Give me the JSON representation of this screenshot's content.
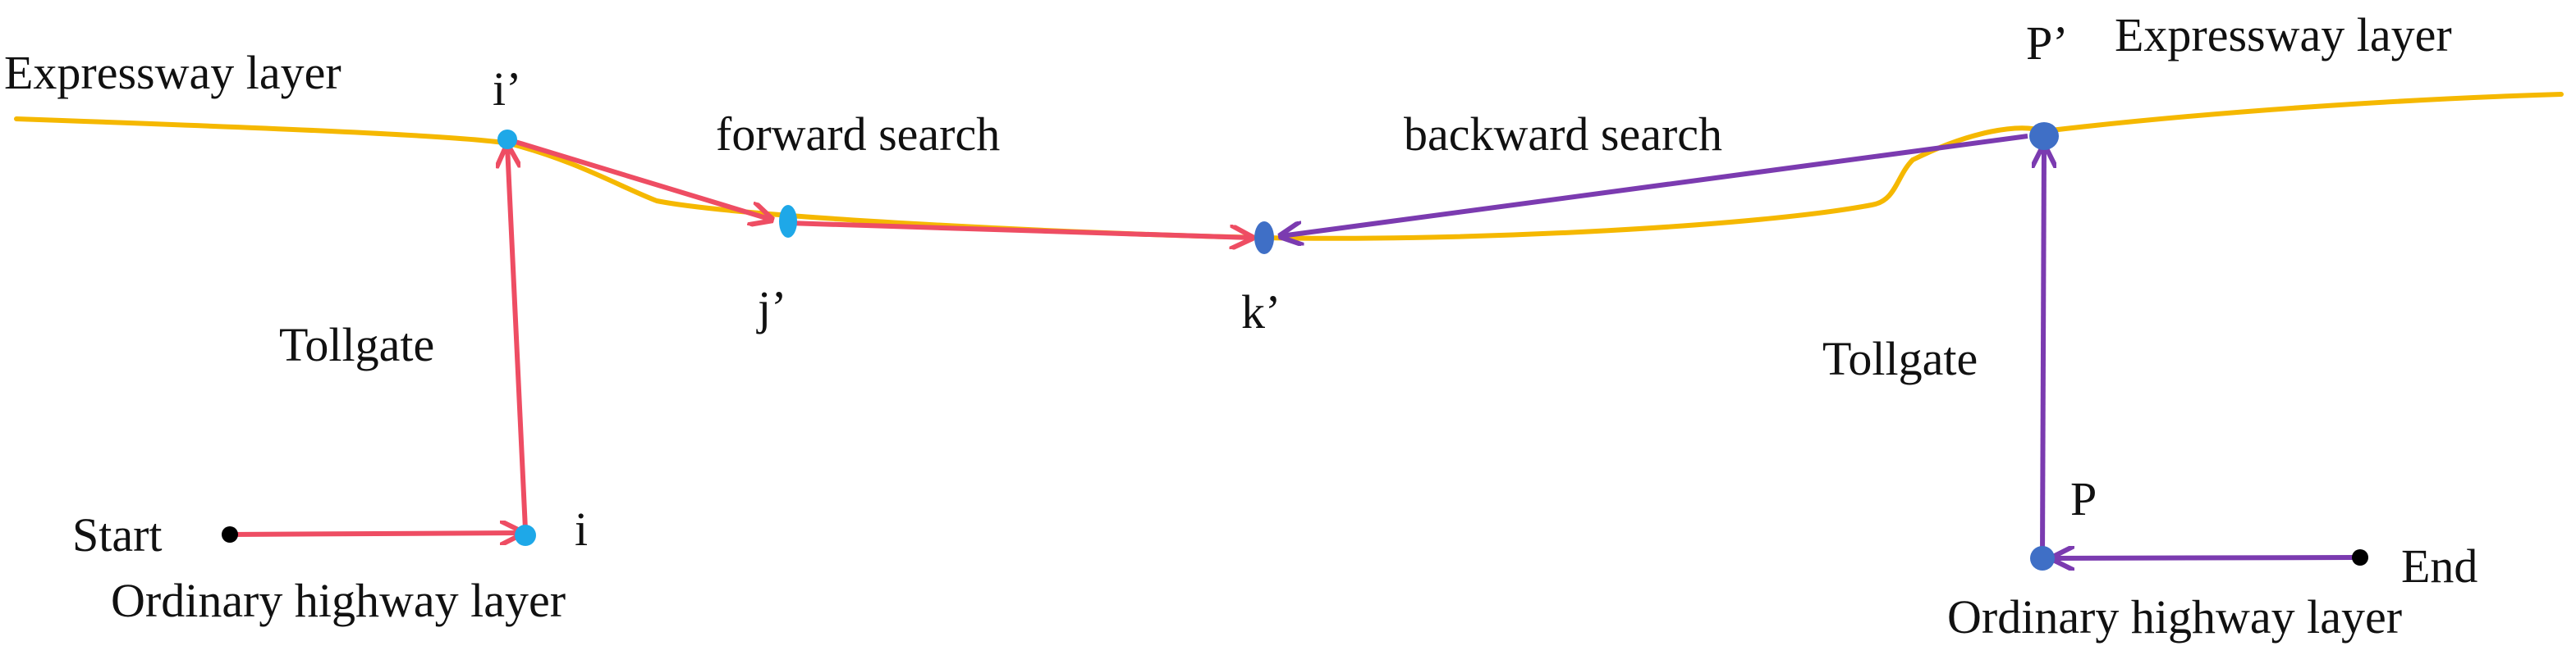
{
  "labels": {
    "expressway_layer_left": "Expressway layer",
    "expressway_layer_right": "Expressway layer",
    "ordinary_highway_layer_left": "Ordinary highway layer",
    "ordinary_highway_layer_right": "Ordinary highway layer",
    "forward_search": "forward search",
    "backward_search": "backward search",
    "tollgate_left": "Tollgate",
    "tollgate_right": "Tollgate",
    "start": "Start",
    "end": "End"
  },
  "nodes": {
    "i_prime": "i’",
    "j_prime": "j’",
    "k_prime": "k’",
    "i": "i",
    "p": "P",
    "p_prime": "P’"
  },
  "colors": {
    "expressway_road": "#f5b800",
    "forward_path": "#ee4d63",
    "backward_path": "#7b3bb0",
    "node_light": "#1ea8e8",
    "node_dark": "#3f6fc6",
    "endpoint": "#000000",
    "text": "#111111"
  }
}
